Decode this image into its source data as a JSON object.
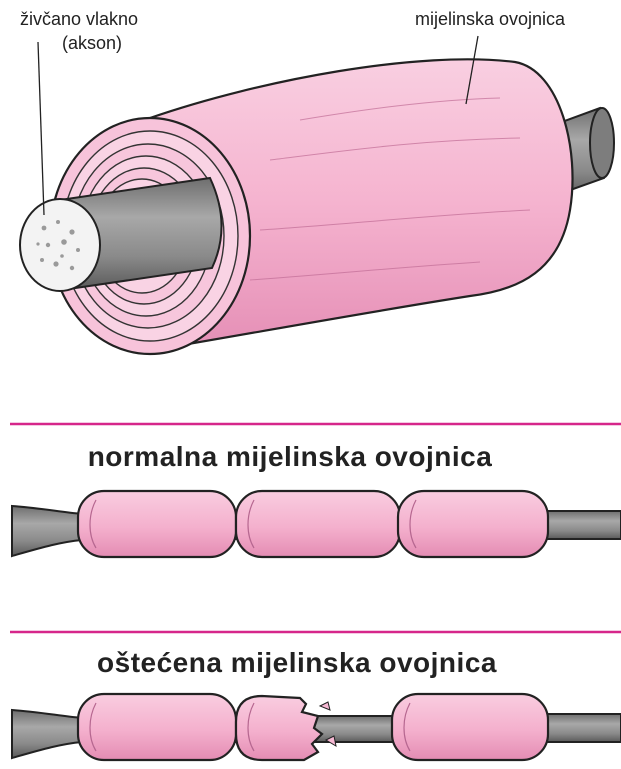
{
  "top_diagram": {
    "axon_label_line1": "živčano vlakno",
    "axon_label_line2": "(akson)",
    "sheath_label": "mijelinska ovojnica"
  },
  "normal_section": {
    "title": "normalna mijelinska ovojnica"
  },
  "damaged_section": {
    "title": "oštećena mijelinska ovojnica"
  },
  "colors": {
    "myelin_pink": "#f6b8d3",
    "axon_gray": "#8f8f8f",
    "divider_magenta": "#d6268a"
  }
}
